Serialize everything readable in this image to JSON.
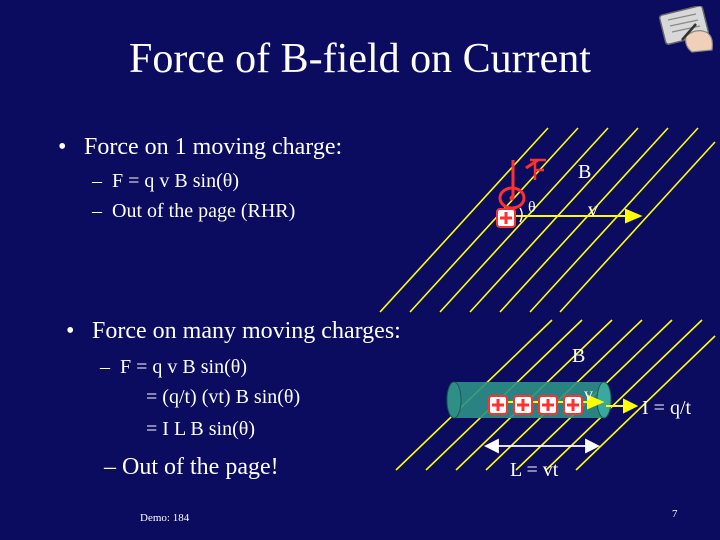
{
  "slide": {
    "title": "Force of B-field on Current",
    "bullet1": {
      "text": "Force on 1 moving charge:",
      "subs": [
        "F = q v B sin(θ)",
        "Out of the page (RHR)"
      ]
    },
    "bullet2": {
      "text": "Force on many moving charges:",
      "lines": [
        "F = q v B sin(θ)",
        "= (q/t) (vt) B sin(θ)",
        "= I L B sin(θ)"
      ],
      "big_sub": "Out of the page!"
    },
    "demo": "Demo:  184",
    "page_number": "7",
    "dash": "–",
    "bullet_glyph": "•"
  },
  "diagram1": {
    "force_label": "F",
    "b_label": "B",
    "theta_label": "θ",
    "v_label": "v",
    "charge_symbol": "+"
  },
  "diagram2": {
    "b_label": "B",
    "v_label": "v",
    "current_label": "I = q/t",
    "length_label": "L = vt",
    "charge_symbol": "+"
  },
  "colors": {
    "background": "#0b0b60",
    "text": "#ffffff",
    "field_lines": "#ffff00",
    "force": "#ff3030",
    "wire": "#2e8f86"
  },
  "icons": [
    "hand-writing-icon",
    "charge-plus-icon",
    "out-of-page-dot-icon"
  ]
}
